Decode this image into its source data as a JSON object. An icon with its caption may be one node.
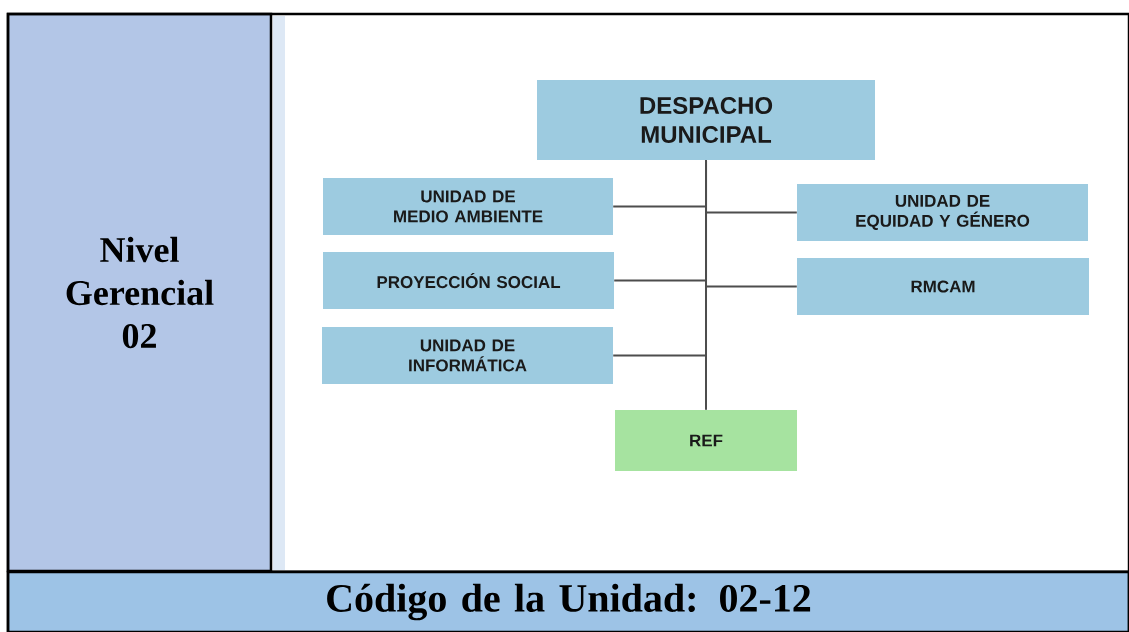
{
  "diagram": {
    "nodes": [
      {
        "text": [
          "Nivel Gerencial 02"
        ]
      },
      {
        "text": [
          "DESPACHO MUNICIPAL"
        ]
      },
      {
        "text": [
          "UNIDAD DE MEDIO AMBIENTE"
        ]
      },
      {
        "text": [
          "UNIDAD DE EQUIDAD Y GÉNERO"
        ]
      },
      {
        "text": [
          "PROYECCIÓN SOCIAL"
        ]
      },
      {
        "text": [
          "RMCAM"
        ]
      },
      {
        "text": [
          "UNIDAD DE INFORMÁTICA"
        ]
      },
      {
        "text": [
          "REF"
        ]
      },
      {
        "text": [
          "Código de la Unidad: 02-12"
        ]
      }
    ],
    "edges": [
      {
        "from": 1,
        "to": 2,
        "arrow": "none"
      },
      {
        "from": 1,
        "to": 3,
        "arrow": "none"
      },
      {
        "from": 1,
        "to": 4,
        "arrow": "none"
      },
      {
        "from": 1,
        "to": 5,
        "arrow": "none"
      },
      {
        "from": 1,
        "to": 6,
        "arrow": "none"
      },
      {
        "from": 1,
        "to": 7,
        "arrow": "none"
      }
    ]
  }
}
